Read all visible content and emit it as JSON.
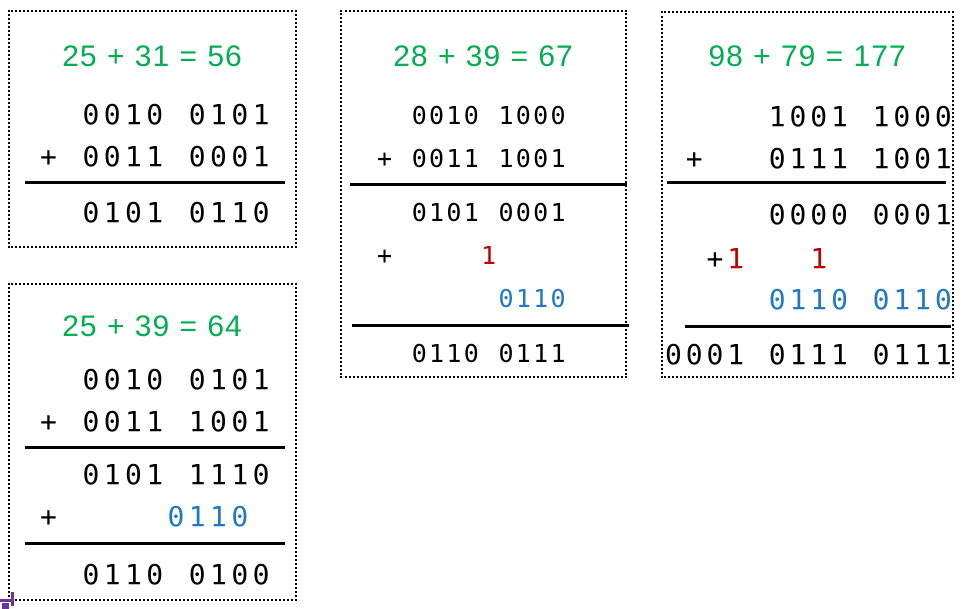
{
  "colors": {
    "green": "#00B050",
    "red": "#C00000",
    "blue": "#1F78C8",
    "black": "#000000",
    "purple": "#7030A0"
  },
  "boxes": [
    {
      "name": "bcd-add-25-31",
      "title": "25 + 31 = 56",
      "rows": {
        "operand1": "  0010 0101",
        "operand2": "+ 0011 0001",
        "result": "  0101 0110"
      }
    },
    {
      "name": "bcd-add-25-39",
      "title": "25 + 39 = 64",
      "rows": {
        "operand1": "  0010 0101",
        "operand2": "+ 0011 1001",
        "sum": "  0101 1110",
        "correction_prefix": "+     ",
        "correction": "0110",
        "result": "  0110 0100"
      }
    },
    {
      "name": "bcd-add-28-39",
      "title": "28 + 39 = 67",
      "rows": {
        "operand1": "  0010 1000",
        "operand2": "+ 0011 1001",
        "sum": "  0101 0001",
        "carry_prefix": "+     ",
        "carry": "1",
        "correction_indent": "       ",
        "correction": "0110",
        "result": "  0110 0111"
      }
    },
    {
      "name": "bcd-add-98-79",
      "title": "98 + 79 = 177",
      "rows": {
        "operand1": "     1001 1000",
        "operand2": " +   0111 1001",
        "sum": "     0000 0001",
        "carry_prefix": "  +",
        "carry1": "1",
        "carry_gap": "   ",
        "carry2": "1",
        "correction_indent": "     ",
        "correction": "0110 0110",
        "result": "0001 0111 0111"
      }
    }
  ]
}
